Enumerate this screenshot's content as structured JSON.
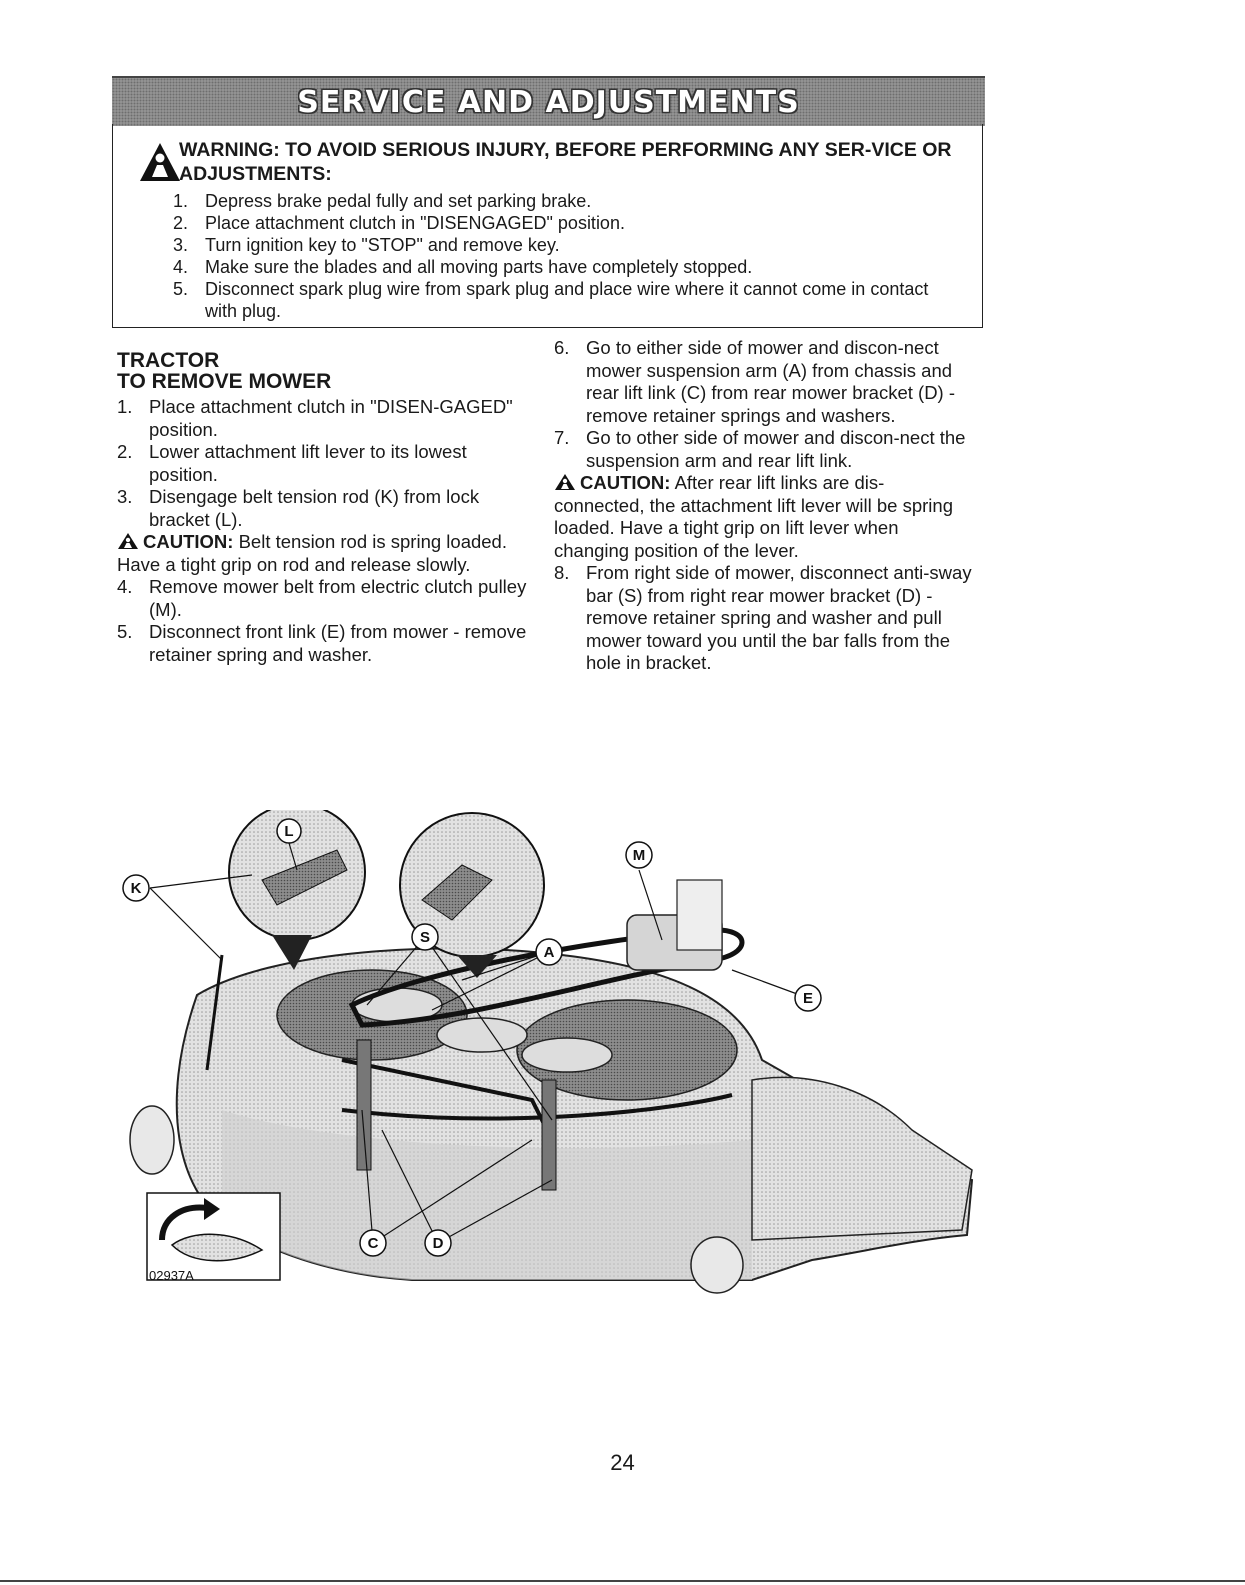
{
  "banner": {
    "title": "SERVICE AND ADJUSTMENTS"
  },
  "warning": {
    "heading": "WARNING: TO AVOID SERIOUS INJURY, BEFORE PERFORMING ANY SER-VICE OR ADJUSTMENTS:",
    "steps": [
      {
        "num": "1.",
        "text": "Depress brake pedal fully and set parking brake."
      },
      {
        "num": "2.",
        "text": "Place attachment clutch  in \"DISENGAGED\" position."
      },
      {
        "num": "3.",
        "text": "Turn ignition key to \"STOP\" and remove key."
      },
      {
        "num": "4.",
        "text": "Make sure the blades and all moving parts have completely stopped."
      },
      {
        "num": "5.",
        "text": "Disconnect spark plug wire from spark plug and place wire where it cannot come in contact with plug."
      }
    ]
  },
  "left_column": {
    "title_line1": "TRACTOR",
    "title_line2": "TO REMOVE MOWER",
    "steps": [
      {
        "num": "1.",
        "text": "Place attachment clutch in \"DISEN-GAGED\" position."
      },
      {
        "num": "2.",
        "text": "Lower attachment lift lever to its lowest position."
      },
      {
        "num": "3.",
        "text": "Disengage belt tension rod (K) from lock bracket (L)."
      }
    ],
    "caution": {
      "label": "CAUTION:",
      "text": "Belt tension rod is spring loaded. Have a tight grip on rod and release slowly."
    },
    "steps_after": [
      {
        "num": "4.",
        "text": "Remove mower belt from electric clutch pulley (M)."
      },
      {
        "num": "5.",
        "text": "Disconnect front link (E) from mower - remove retainer spring and washer."
      }
    ]
  },
  "right_column": {
    "steps": [
      {
        "num": "6.",
        "text": "Go to either side of mower and discon-nect mower suspension arm (A) from chassis and rear lift link (C) from rear mower bracket (D) - remove retainer springs and washers."
      },
      {
        "num": "7.",
        "text": "Go to other side of mower and discon-nect the suspension arm and rear lift link."
      }
    ],
    "caution": {
      "label": "CAUTION:",
      "text": "After rear lift links are dis-connected, the attachment lift lever will be spring loaded. Have a tight grip on lift lever when changing position of the lever."
    },
    "steps_after": [
      {
        "num": "8.",
        "text": "From right side of mower, disconnect anti-sway bar (S) from right rear mower bracket (D) - remove retainer spring and washer and pull mower toward you until the bar falls from the hole in bracket."
      }
    ]
  },
  "figure": {
    "callouts": {
      "K": "K",
      "L": "L",
      "M": "M",
      "A": "A",
      "E": "E",
      "S": "S",
      "C": "C",
      "D": "D"
    },
    "code": "02937A"
  },
  "footer": {
    "page_number": "24"
  }
}
